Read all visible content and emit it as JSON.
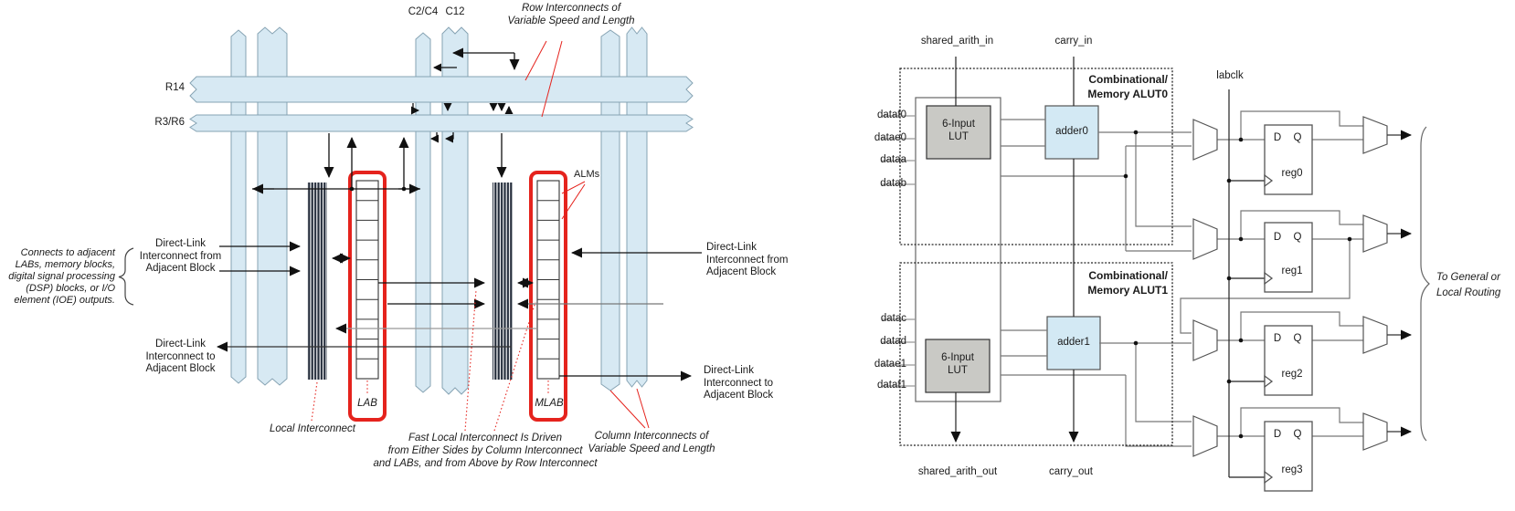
{
  "left_diagram": {
    "row_labels": {
      "r14": "R14",
      "r3_r6": "R3/R6"
    },
    "column_labels": {
      "c2_c4": "C2/C4",
      "c12": "C12"
    },
    "row_note": {
      "line1": "Row Interconnects of",
      "line2": "Variable Speed and Length"
    },
    "column_note": {
      "line1": "Column Interconnects of",
      "line2": "Variable Speed and Length"
    },
    "connects_note": {
      "lines": [
        "Connects to adjacent",
        "LABs, memory blocks,",
        "digital signal processing",
        "(DSP) blocks, or I/O",
        "element (IOE) outputs."
      ]
    },
    "direct_link_from_left": {
      "lines": [
        "Direct-Link",
        "Interconnect from",
        "Adjacent Block"
      ]
    },
    "direct_link_to_left": {
      "lines": [
        "Direct-Link",
        "Interconnect to",
        "Adjacent Block"
      ]
    },
    "direct_link_from_right": {
      "lines": [
        "Direct-Link",
        "Interconnect from",
        "Adjacent Block"
      ]
    },
    "direct_link_to_right": {
      "lines": [
        "Direct-Link",
        "Interconnect to",
        "Adjacent Block"
      ]
    },
    "local_interconnect_label": "Local Interconnect",
    "lab_label": "LAB",
    "mlab_label": "MLAB",
    "alms_label": "ALMs",
    "fast_note": {
      "lines": [
        "Fast Local Interconnect Is Driven",
        "from Either Sides by Column Interconnect",
        "and LABs, and from Above by Row Interconnect"
      ]
    }
  },
  "right_diagram": {
    "top_signals": {
      "shared_arith_in": "shared_arith_in",
      "carry_in": "carry_in",
      "labclk": "labclk"
    },
    "bottom_signals": {
      "shared_arith_out": "shared_arith_out",
      "carry_out": "carry_out"
    },
    "alut0": {
      "title_line1": "Combinational/",
      "title_line2": "Memory ALUT0",
      "lut_line1": "6-Input",
      "lut_line2": "LUT",
      "adder_label": "adder0"
    },
    "alut1": {
      "title_line1": "Combinational/",
      "title_line2": "Memory ALUT1",
      "lut_line1": "6-Input",
      "lut_line2": "LUT",
      "adder_label": "adder1"
    },
    "inputs_top": [
      "dataf0",
      "datae0",
      "dataa",
      "datab"
    ],
    "inputs_bottom": [
      "datac",
      "datad",
      "datae1",
      "dataf1"
    ],
    "registers": [
      {
        "d": "D",
        "q": "Q",
        "name": "reg0"
      },
      {
        "d": "D",
        "q": "Q",
        "name": "reg1"
      },
      {
        "d": "D",
        "q": "Q",
        "name": "reg2"
      },
      {
        "d": "D",
        "q": "Q",
        "name": "reg3"
      }
    ],
    "routing_note": {
      "line1": "To General or",
      "line2": "Local Routing"
    }
  },
  "colors": {
    "band_fill": "#d7e9f3",
    "band_stroke": "#86a3b3",
    "red": "#e5231d",
    "lut_fill": "#c9c9c5",
    "adder_fill": "#d3e9f4"
  }
}
